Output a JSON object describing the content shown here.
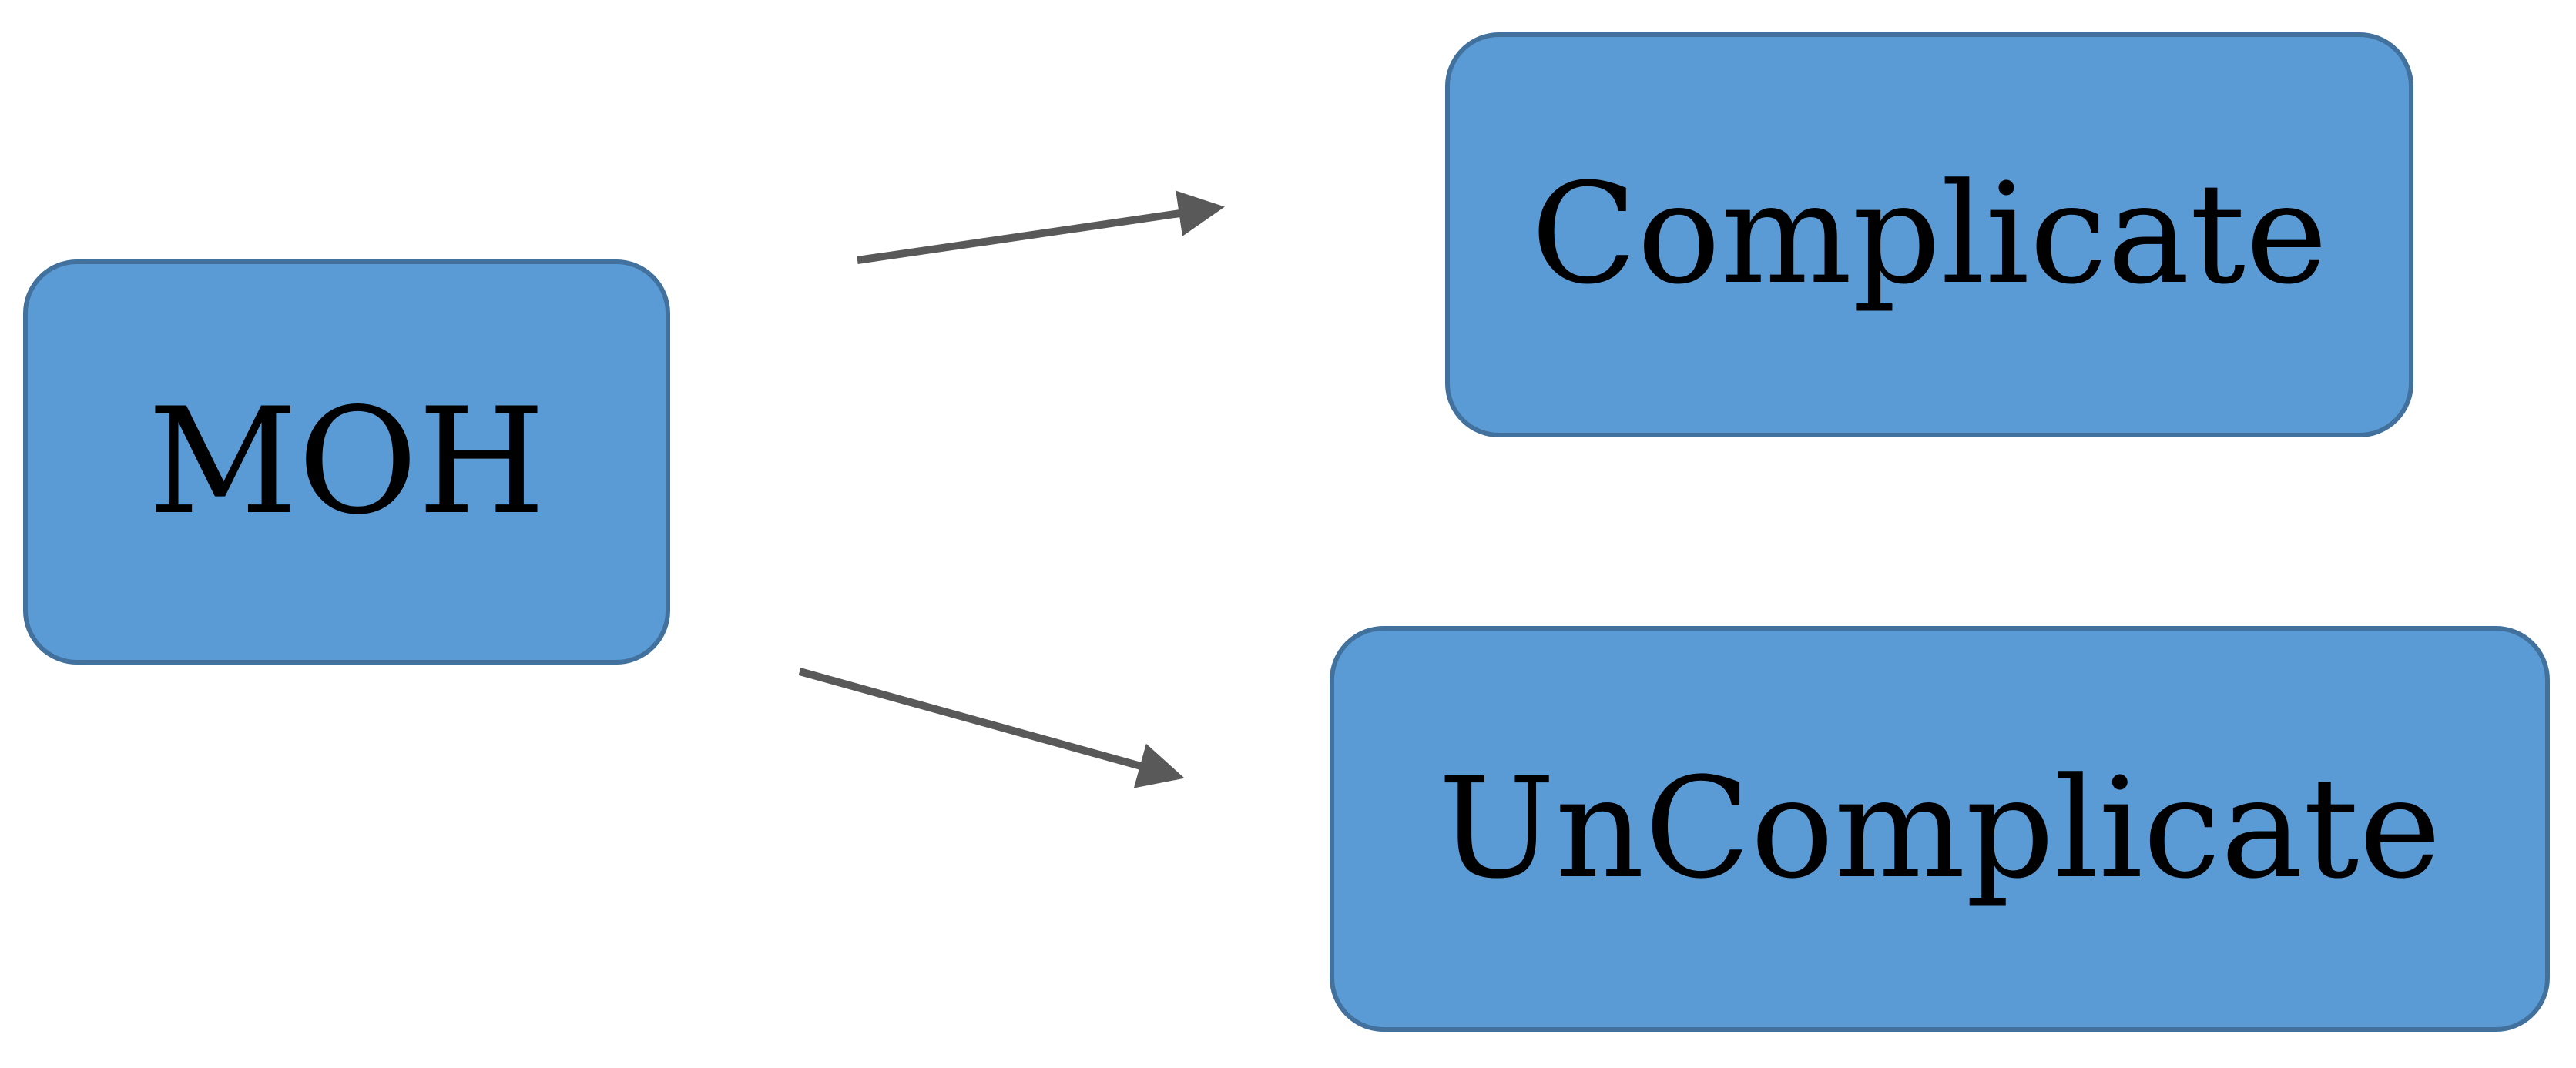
{
  "diagram": {
    "nodes": [
      {
        "id": "moh",
        "label": "MOH"
      },
      {
        "id": "complicate",
        "label": "Complicate"
      },
      {
        "id": "uncomplicate",
        "label": "UnComplicate"
      }
    ],
    "edges": [
      {
        "from": "moh",
        "to": "complicate"
      },
      {
        "from": "moh",
        "to": "uncomplicate"
      }
    ]
  },
  "colors": {
    "node_fill": "#5b9bd5",
    "node_border": "#41719c",
    "arrow": "#595959",
    "text": "#000000"
  }
}
